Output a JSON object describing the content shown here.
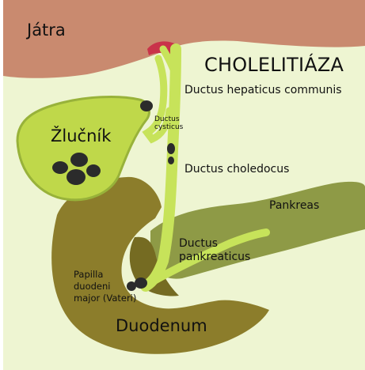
{
  "diagram": {
    "title": "CHOLELITIÁZA",
    "labels": {
      "liver": "Játra",
      "gallbladder": "Žlučník",
      "cystic_duct": [
        "Ductus",
        "cysticus"
      ],
      "hepatic_duct": "Ductus hepaticus communis",
      "bile_duct": "Ductus choledocus",
      "pancreas": "Pankreas",
      "pancreatic_duct": [
        "Ductus",
        "pankreaticus"
      ],
      "papilla": [
        "Papilla",
        "duodeni",
        "major (Vateri)"
      ],
      "duodenum": "Duodenum"
    },
    "colors": {
      "background": "#eef5d2",
      "liver": "#c98a6f",
      "gallbladder": "#bfd84a",
      "ducts": "#c7e35a",
      "duodenum": "#8c7d2b",
      "pancreas": "#8e9a46",
      "stones": "#2b2b2b"
    }
  }
}
